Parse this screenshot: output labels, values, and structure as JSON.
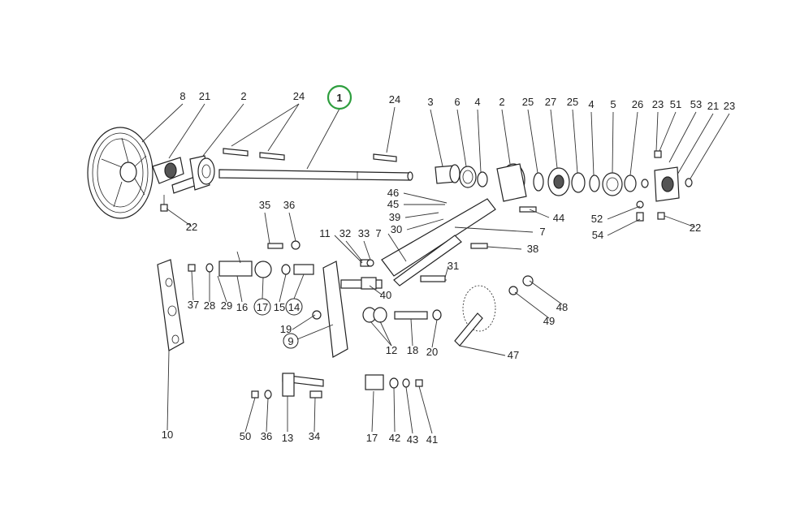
{
  "diagram": {
    "callouts": [
      {
        "id": "c1",
        "text": "1",
        "circled": true
      },
      {
        "id": "c8",
        "text": "8"
      },
      {
        "id": "c21a",
        "text": "21"
      },
      {
        "id": "c2a",
        "text": "2"
      },
      {
        "id": "c24a",
        "text": "24"
      },
      {
        "id": "c24b",
        "text": "24"
      },
      {
        "id": "c3",
        "text": "3"
      },
      {
        "id": "c6",
        "text": "6"
      },
      {
        "id": "c4a",
        "text": "4"
      },
      {
        "id": "c2b",
        "text": "2"
      },
      {
        "id": "c25a",
        "text": "25"
      },
      {
        "id": "c27",
        "text": "27"
      },
      {
        "id": "c25b",
        "text": "25"
      },
      {
        "id": "c4b",
        "text": "4"
      },
      {
        "id": "c5",
        "text": "5"
      },
      {
        "id": "c26",
        "text": "26"
      },
      {
        "id": "c23a",
        "text": "23"
      },
      {
        "id": "c51",
        "text": "51"
      },
      {
        "id": "c53",
        "text": "53"
      },
      {
        "id": "c21b",
        "text": "21"
      },
      {
        "id": "c23b",
        "text": "23"
      },
      {
        "id": "c22a",
        "text": "22"
      },
      {
        "id": "c22b",
        "text": "22"
      },
      {
        "id": "c46",
        "text": "46"
      },
      {
        "id": "c45",
        "text": "45"
      },
      {
        "id": "c39",
        "text": "39"
      },
      {
        "id": "c30",
        "text": "30"
      },
      {
        "id": "c44",
        "text": "44"
      },
      {
        "id": "c7a",
        "text": "7"
      },
      {
        "id": "c7b",
        "text": "7"
      },
      {
        "id": "c52",
        "text": "52"
      },
      {
        "id": "c54",
        "text": "54"
      },
      {
        "id": "c38",
        "text": "38"
      },
      {
        "id": "c35",
        "text": "35"
      },
      {
        "id": "c36a",
        "text": "36"
      },
      {
        "id": "c11",
        "text": "11"
      },
      {
        "id": "c32",
        "text": "32"
      },
      {
        "id": "c33",
        "text": "33"
      },
      {
        "id": "c31",
        "text": "31"
      },
      {
        "id": "c40",
        "text": "40"
      },
      {
        "id": "c37",
        "text": "37"
      },
      {
        "id": "c28",
        "text": "28"
      },
      {
        "id": "c29",
        "text": "29"
      },
      {
        "id": "c16",
        "text": "16"
      },
      {
        "id": "c17a",
        "text": "17",
        "circled": true
      },
      {
        "id": "c15",
        "text": "15"
      },
      {
        "id": "c14",
        "text": "14",
        "circled": true
      },
      {
        "id": "c19",
        "text": "19"
      },
      {
        "id": "c9",
        "text": "9",
        "circled": true
      },
      {
        "id": "c12",
        "text": "12"
      },
      {
        "id": "c18",
        "text": "18"
      },
      {
        "id": "c20",
        "text": "20"
      },
      {
        "id": "c48",
        "text": "48"
      },
      {
        "id": "c49",
        "text": "49"
      },
      {
        "id": "c47",
        "text": "47"
      },
      {
        "id": "c10",
        "text": "10"
      },
      {
        "id": "c50",
        "text": "50"
      },
      {
        "id": "c36b",
        "text": "36"
      },
      {
        "id": "c13",
        "text": "13"
      },
      {
        "id": "c34",
        "text": "34"
      },
      {
        "id": "c17b",
        "text": "17"
      },
      {
        "id": "c42",
        "text": "42"
      },
      {
        "id": "c43",
        "text": "43"
      },
      {
        "id": "c41",
        "text": "41"
      }
    ],
    "colors": {
      "highlight_circle": "#2e9e3e",
      "ink": "#222222",
      "paper": "#ffffff"
    }
  }
}
